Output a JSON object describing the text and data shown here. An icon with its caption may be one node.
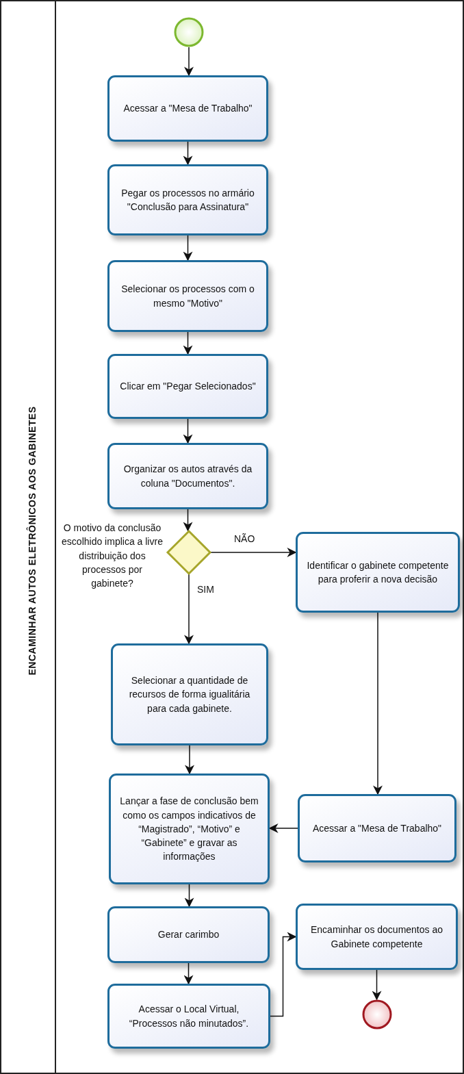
{
  "diagram": {
    "nodes": [
      {
        "text": [
          "ENCAMINHAR AUTOS ELETRÔNICOS AOS GABINETES"
        ]
      },
      {
        "text": [],
        "shape": "circle",
        "in": 0
      },
      {
        "text": [
          "Acessar a \"Mesa de Trabalho\""
        ],
        "in": 0
      },
      {
        "text": [
          "Pegar os processos no armário \"Conclusão para Assinatura\""
        ],
        "in": 0
      },
      {
        "text": [
          "Selecionar os processos com o mesmo \"Motivo\""
        ],
        "in": 0
      },
      {
        "text": [
          "Clicar em \"Pegar Selecionados\""
        ],
        "in": 0
      },
      {
        "text": [
          "Organizar os autos através da coluna \"Documentos\"."
        ],
        "in": 0
      },
      {
        "text": [],
        "shape": "diamond",
        "in": 0,
        "beside": [
          "O motivo da conclusão escolhido implica a livre distribuição dos processos por gabinete?"
        ]
      },
      {
        "text": [
          "Identificar o gabinete competente para proferir a nova decisão"
        ],
        "in": 0
      },
      {
        "text": [
          "Selecionar a quantidade de recursos de forma igualitária para cada gabinete."
        ],
        "in": 0
      },
      {
        "text": [
          "Lançar a fase de conclusão bem como os campos indicativos de “Magistrado”, “Motivo” e “Gabinete” e gravar as informações"
        ],
        "in": 0
      },
      {
        "text": [
          "Acessar a \"Mesa de Trabalho\""
        ],
        "in": 0
      },
      {
        "text": [
          "Gerar carimbo"
        ],
        "in": 0
      },
      {
        "text": [
          "Acessar o Local Virtual, “Processos não minutados”."
        ],
        "in": 0
      },
      {
        "text": [
          "Encaminhar os documentos ao Gabinete competente"
        ],
        "in": 0
      },
      {
        "text": [],
        "shape": "circle",
        "in": 0
      }
    ],
    "edges": [
      {
        "from": 1,
        "to": 2,
        "arrow": "to"
      },
      {
        "from": 2,
        "to": 3,
        "arrow": "to"
      },
      {
        "from": 3,
        "to": 4,
        "arrow": "to"
      },
      {
        "from": 4,
        "to": 5,
        "arrow": "to"
      },
      {
        "from": 5,
        "to": 6,
        "arrow": "to"
      },
      {
        "from": 6,
        "to": 7,
        "arrow": "to"
      },
      {
        "from": 7,
        "to": 8,
        "arrow": "to",
        "label": "NÃO"
      },
      {
        "from": 7,
        "to": 9,
        "arrow": "to",
        "label": "SIM"
      },
      {
        "from": 9,
        "to": 10,
        "arrow": "to"
      },
      {
        "from": 8,
        "to": 11,
        "arrow": "to"
      },
      {
        "from": 11,
        "to": 10,
        "arrow": "to"
      },
      {
        "from": 10,
        "to": 12,
        "arrow": "to"
      },
      {
        "from": 12,
        "to": 13,
        "arrow": "to"
      },
      {
        "from": 13,
        "to": 14,
        "arrow": "to"
      },
      {
        "from": 14,
        "to": 15,
        "arrow": "to"
      }
    ]
  }
}
